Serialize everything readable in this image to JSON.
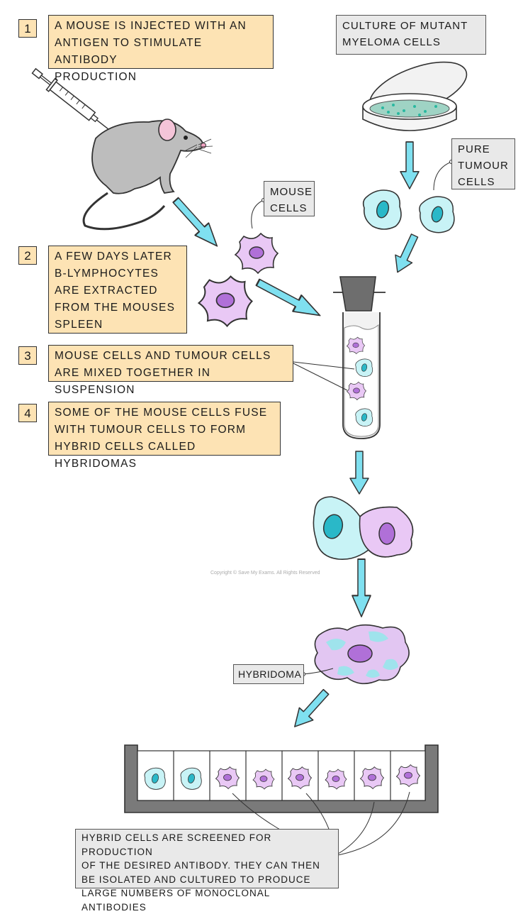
{
  "steps": [
    {
      "number": "1",
      "text": "A MOUSE IS INJECTED WITH AN\nANTIGEN TO STIMULATE ANTIBODY\nPRODUCTION"
    },
    {
      "number": "2",
      "text": "A FEW DAYS LATER\nB-LYMPHOCYTES\nARE EXTRACTED\nFROM THE MOUSES\nSPLEEN"
    },
    {
      "number": "3",
      "text": "MOUSE CELLS AND TUMOUR CELLS\nARE MIXED TOGETHER IN SUSPENSION"
    },
    {
      "number": "4",
      "text": "SOME OF THE MOUSE CELLS FUSE\nWITH TUMOUR CELLS TO FORM\nHYBRID CELLS CALLED HYBRIDOMAS"
    }
  ],
  "labels": {
    "culture": "CULTURE OF MUTANT\nMYELOMA CELLS",
    "pure_tumour": "PURE\nTUMOUR\nCELLS",
    "mouse_cells": "MOUSE\nCELLS",
    "hybridoma": "HYBRIDOMA",
    "screening": "HYBRID CELLS ARE SCREENED FOR PRODUCTION\nOF THE DESIRED ANTIBODY. THEY CAN THEN\nBE ISOLATED AND CULTURED TO PRODUCE\nLARGE NUMBERS OF MONOCLONAL ANTIBODIES"
  },
  "copyright": "Copyright © Save My Exams. All Rights Reserved",
  "colors": {
    "step_box": "#fde3b4",
    "label_box": "#e9e9e9",
    "arrow": "#7fe0f0",
    "mouse_cell": "#e9c8f5",
    "mouse_nucleus": "#b070d8",
    "tumour_cell": "#c8f3f6",
    "tumour_nucleus": "#2ab8c8"
  },
  "icons": [
    "syringe-icon",
    "mouse-icon",
    "petri-dish-icon",
    "test-tube-icon",
    "well-plate-icon"
  ]
}
